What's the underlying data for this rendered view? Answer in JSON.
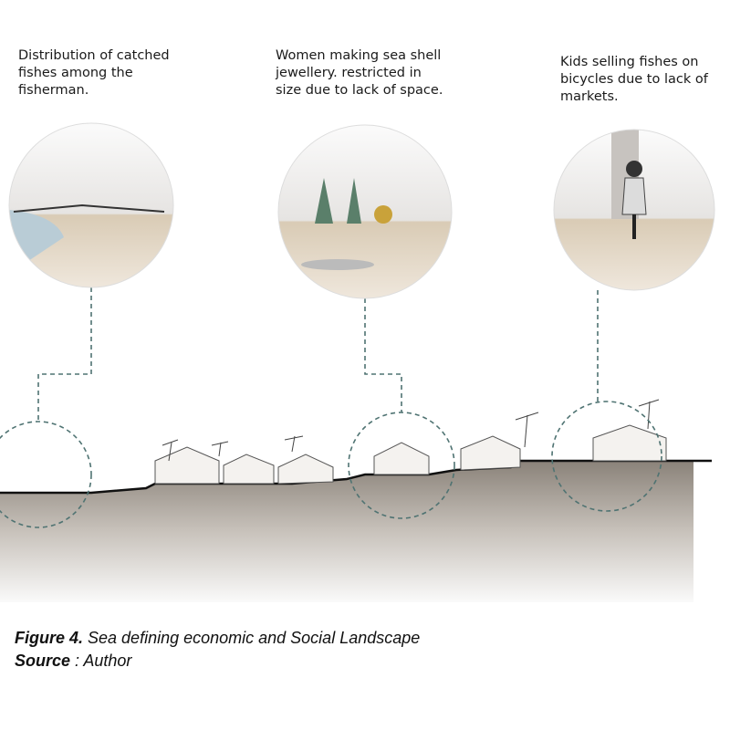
{
  "captions": [
    "Distribution of catched\nfishes among the\nfisherman.",
    "Women making sea shell\njewellery. restricted in\nsize due to lack of space.",
    "Kids selling fishes on\nbicycles due to lack of\nmarkets."
  ],
  "figure": {
    "label": "Figure 4.",
    "title": " Sea defining economic and Social Landscape",
    "source_label": "Source",
    "source_value": " : Author"
  },
  "colors": {
    "dashed": "#4f7372",
    "ground": "#8a8279",
    "sea": "#c9d6dc",
    "sand": "#d8cbb8"
  }
}
